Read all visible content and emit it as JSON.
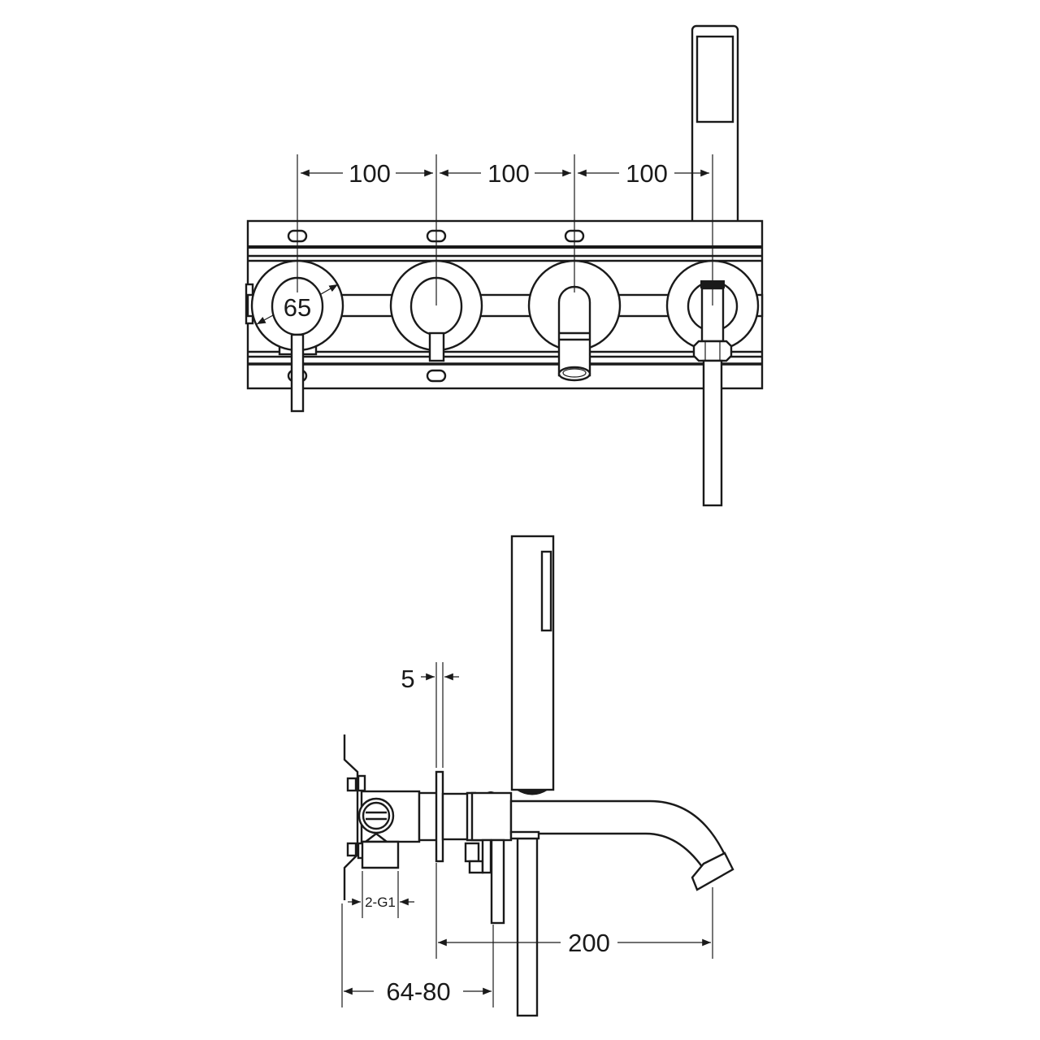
{
  "drawing": {
    "front_view": {
      "spacing_labels": [
        "100",
        "100",
        "100"
      ],
      "diameter_label": "65"
    },
    "side_view": {
      "flange_label": "5",
      "connection_label": "2-G1",
      "projection_label": "200",
      "depth_label": "64-80"
    },
    "colors": {
      "line": "#1a1a1a",
      "background": "#ffffff"
    }
  }
}
